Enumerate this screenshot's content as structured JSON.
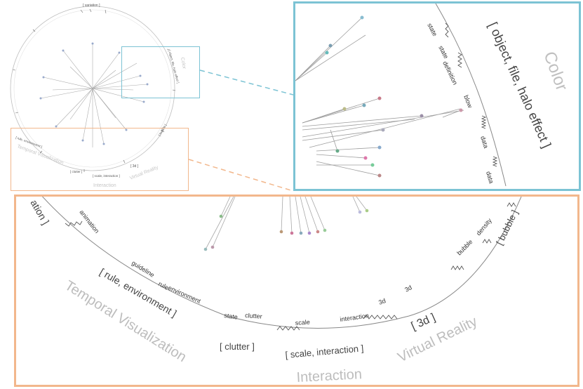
{
  "overview": {
    "cluster_labels": {
      "color": "Color",
      "temporal": "Temporal Visualization",
      "interaction": "Interaction",
      "vr": "Virtual Reality"
    },
    "ring_labels": {
      "variation": "[ variation ]",
      "object": "[ object, file, halo effect ]",
      "rule": "[ rule, environment ]",
      "clutter": "[ clutter ]",
      "scale": "[ scale, interaction ]",
      "three_d": "[ 3d ]",
      "bubble": "[ bubble ]"
    }
  },
  "inset_color": {
    "cluster_label": "Color",
    "ring_label": "[ object, file, halo effect ]",
    "words": [
      "state",
      "state",
      "definition",
      "blow",
      "data",
      "data"
    ]
  },
  "inset_temporal": {
    "cluster_labels": {
      "temporal": "Temporal Visualization",
      "interaction": "Interaction",
      "vr": "Virtual Reality",
      "partial_top": "ation ]"
    },
    "ring_labels": {
      "rule": "[ rule, environment ]",
      "clutter": "[ clutter ]",
      "scale": "[ scale, interaction ]",
      "three_d": "[ 3d ]",
      "bubble": "[ bubble ]"
    },
    "words": [
      "animation",
      "guideline",
      "rule",
      "environment",
      "state",
      "clutter",
      "scale",
      "interaction",
      "3d",
      "3d",
      "bubble",
      "density"
    ]
  },
  "colors": {
    "blue_frame": "#7cc3d4",
    "orange_frame": "#f2b78c",
    "cluster_text": "#b9b9b9",
    "ring_text": "#555555"
  }
}
